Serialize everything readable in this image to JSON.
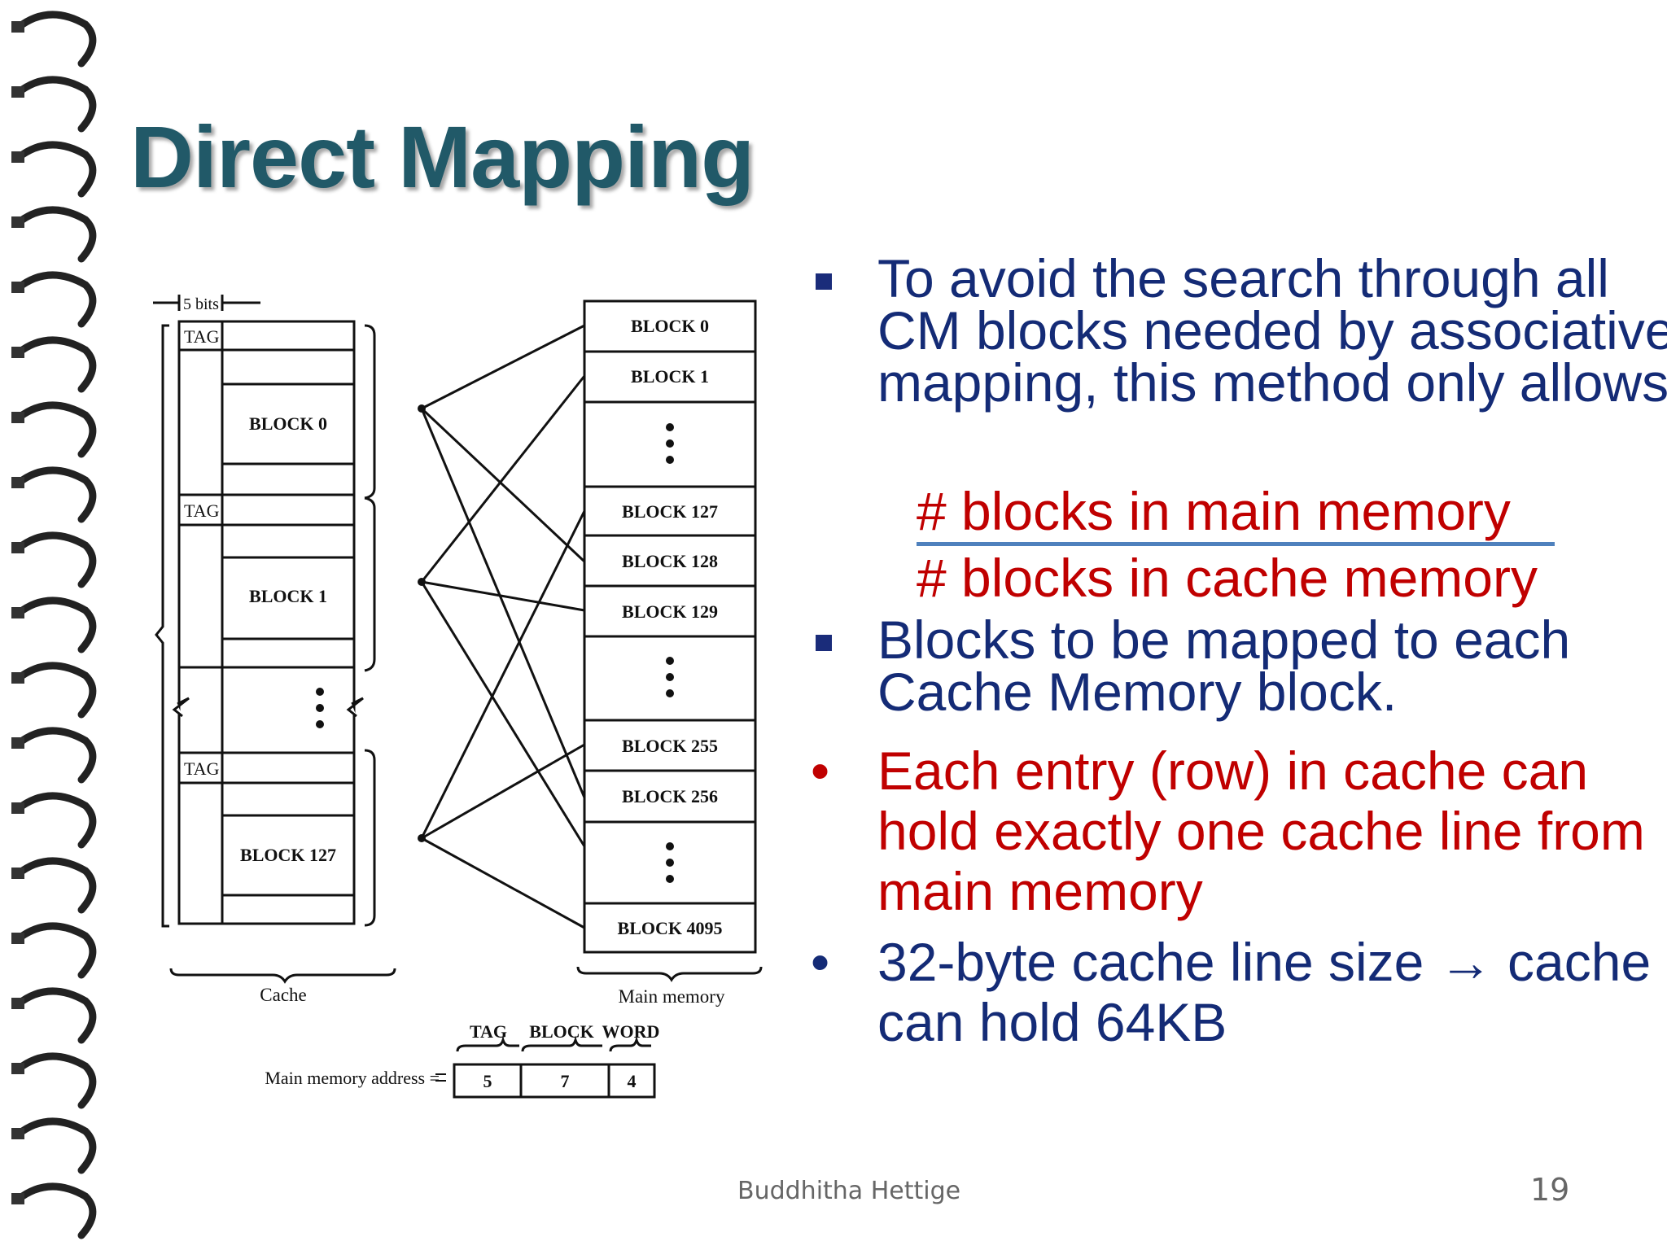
{
  "slide": {
    "title": "Direct Mapping",
    "footer_author": "Buddhitha Hettige",
    "page_number": "19"
  },
  "diagram": {
    "bits_label": "5 bits",
    "tag_label": "TAG",
    "cache_blocks": [
      "BLOCK 0",
      "BLOCK 1",
      "BLOCK 127"
    ],
    "memory_blocks": [
      "BLOCK 0",
      "BLOCK 1",
      "BLOCK 127",
      "BLOCK 128",
      "BLOCK 129",
      "BLOCK 255",
      "BLOCK 256",
      "BLOCK 4095"
    ],
    "cache_caption": "Cache",
    "memory_caption": "Main memory",
    "address_label": "Main memory address =",
    "address_fields": [
      {
        "name": "TAG",
        "bits": "5"
      },
      {
        "name": "BLOCK",
        "bits": "7"
      },
      {
        "name": "WORD",
        "bits": "4"
      }
    ]
  },
  "bullets": [
    {
      "marker": "square",
      "color": "#142b76",
      "text": "To avoid the search through all CM blocks needed by associative mapping, this method only allows"
    },
    {
      "marker": "square",
      "color": "#142b76",
      "text": "Blocks to be mapped to each Cache Memory block."
    },
    {
      "marker": "dot",
      "color": "#c00000",
      "text": "Each entry (row) in cache can hold exactly one cache line from main  memory"
    },
    {
      "marker": "dot",
      "color": "#142b76",
      "text": "32-byte cache line size → cache can hold 64KB"
    }
  ],
  "fraction": {
    "numerator": "# blocks in main memory",
    "denominator": "# blocks in cache memory"
  }
}
